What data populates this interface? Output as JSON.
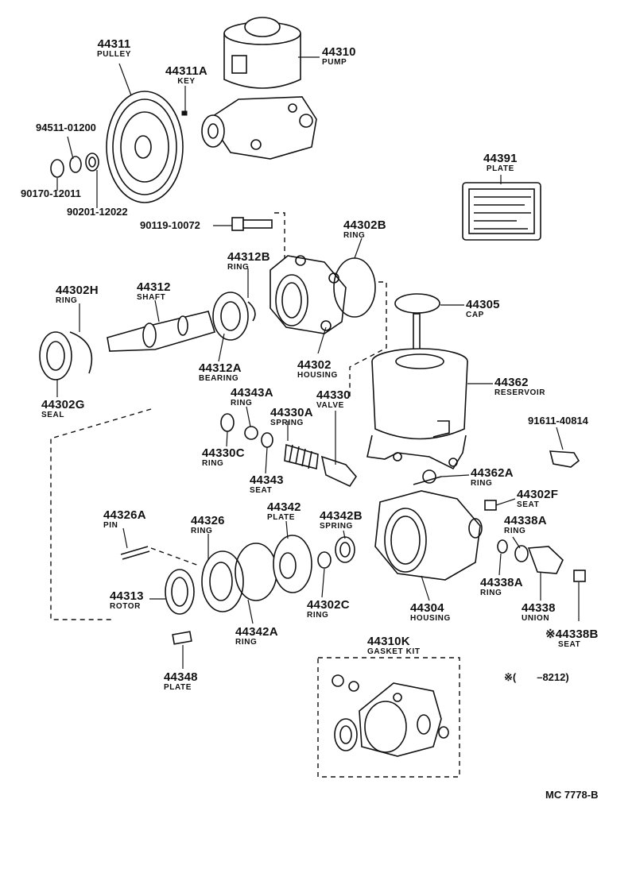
{
  "parts": {
    "p44311": {
      "number": "44311",
      "name": "PULLEY"
    },
    "p44311a": {
      "number": "44311A",
      "name": "KEY"
    },
    "p44310": {
      "number": "44310",
      "name": "PUMP"
    },
    "p94511": {
      "number": "94511-01200"
    },
    "p90170": {
      "number": "90170-12011"
    },
    "p90201": {
      "number": "90201-12022"
    },
    "p44391": {
      "number": "44391",
      "name": "PLATE"
    },
    "p90119": {
      "number": "90119-10072"
    },
    "p44302b": {
      "number": "44302B",
      "name": "RING"
    },
    "p44312b": {
      "number": "44312B",
      "name": "RING"
    },
    "p44302h": {
      "number": "44302H",
      "name": "RING"
    },
    "p44312": {
      "number": "44312",
      "name": "SHAFT"
    },
    "p44305": {
      "number": "44305",
      "name": "CAP"
    },
    "p44302": {
      "number": "44302",
      "name": "HOUSING"
    },
    "p44312a": {
      "number": "44312A",
      "name": "BEARING"
    },
    "p44362": {
      "number": "44362",
      "name": "RESERVOIR"
    },
    "p44302g": {
      "number": "44302G",
      "name": "SEAL"
    },
    "p44343a": {
      "number": "44343A",
      "name": "RING"
    },
    "p44330": {
      "number": "44330",
      "name": "VALVE"
    },
    "p44330a": {
      "number": "44330A",
      "name": "SPRING"
    },
    "p91611": {
      "number": "91611-40814"
    },
    "p44330c": {
      "number": "44330C",
      "name": "RING"
    },
    "p44343": {
      "number": "44343",
      "name": "SEAT"
    },
    "p44362a": {
      "number": "44362A",
      "name": "RING"
    },
    "p44302f": {
      "number": "44302F",
      "name": "SEAT"
    },
    "p44326a": {
      "number": "44326A",
      "name": "PIN"
    },
    "p44326": {
      "number": "44326",
      "name": "RING"
    },
    "p44342": {
      "number": "44342",
      "name": "PLATE"
    },
    "p44342b": {
      "number": "44342B",
      "name": "SPRING"
    },
    "p44338a_top": {
      "number": "44338A",
      "name": "RING"
    },
    "p44338a_bot": {
      "number": "44338A",
      "name": "RING"
    },
    "p44313": {
      "number": "44313",
      "name": "ROTOR"
    },
    "p44302c": {
      "number": "44302C",
      "name": "RING"
    },
    "p44304": {
      "number": "44304",
      "name": "HOUSING"
    },
    "p44338": {
      "number": "44338",
      "name": "UNION"
    },
    "p44338b": {
      "number": "※44338B",
      "name": "SEAT"
    },
    "p44342a": {
      "number": "44342A",
      "name": "RING"
    },
    "p44310k": {
      "number": "44310K",
      "name": "GASKET KIT"
    },
    "p44348": {
      "number": "44348",
      "name": "PLATE"
    }
  },
  "note": "※(　　–8212)",
  "diagram_code": "MC  7778-B"
}
